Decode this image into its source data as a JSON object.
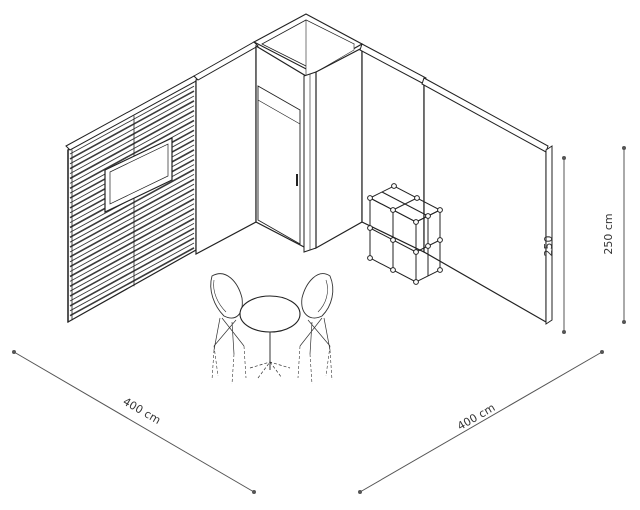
{
  "dimensions": {
    "depth_left": "400 cm",
    "width_right": "400 cm",
    "wall_height_inner": "250",
    "wall_height_outer": "250 cm"
  },
  "colors": {
    "line": "#222222",
    "slat_fill": "#3a3a3a",
    "dim_line": "#555555",
    "background": "#ffffff"
  }
}
